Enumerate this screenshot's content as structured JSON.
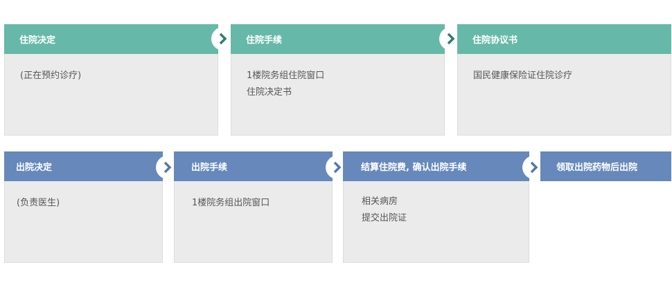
{
  "colors": {
    "green_header": "#66b8a8",
    "blue_header": "#6688bb",
    "arrow_green": "#2e7d70",
    "arrow_blue": "#5577aa",
    "body_bg": "#ebebeb"
  },
  "admission": {
    "steps": [
      {
        "title": "住院决定",
        "lines": [
          "(正在预约诊疗)"
        ]
      },
      {
        "title": "住院手续",
        "lines": [
          "1楼院务组住院窗口",
          "住院决定书"
        ]
      },
      {
        "title": "住院协议书",
        "lines": [
          "国民健康保险证住院诊疗"
        ]
      }
    ]
  },
  "discharge": {
    "steps": [
      {
        "title": "出院决定",
        "lines": [
          "(负责医生)"
        ]
      },
      {
        "title": "出院手续",
        "lines": [
          "1楼院务组出院窗口"
        ]
      },
      {
        "title": "结算住院费, 确认出院手续",
        "lines": [
          "相关病房",
          "提交出院证"
        ]
      },
      {
        "title": "领取出院药物后出院",
        "lines": []
      }
    ]
  },
  "icons": {
    "step_arrow": "chevron-right-icon"
  }
}
